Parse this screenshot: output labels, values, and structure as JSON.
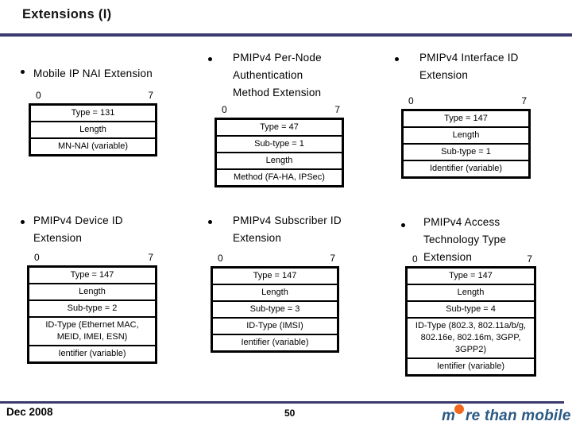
{
  "header": {
    "title": "Extensions (I)"
  },
  "colors": {
    "rule": "#3a3a6d",
    "text": "#000000",
    "logo_text": "#2b5a85",
    "logo_dot": "#f2691d"
  },
  "sections": [
    {
      "title": "Mobile IP NAI Extension",
      "bit_start": "0",
      "bit_end": "7",
      "rows": [
        "Type = 131",
        "Length",
        "MN-NAI (variable)"
      ]
    },
    {
      "title": "PMIPv4 Per-Node Authentication Method Extension",
      "bit_start": "0",
      "bit_end": "7",
      "rows": [
        "Type = 47",
        "Sub-type = 1",
        "Length",
        "Method (FA-HA, IPSec)"
      ]
    },
    {
      "title": "PMIPv4 Interface ID Extension",
      "bit_start": "0",
      "bit_end": "7",
      "rows": [
        "Type = 147",
        "Length",
        "Sub-type = 1",
        "Identifier (variable)"
      ]
    },
    {
      "title": "PMIPv4 Device ID Extension",
      "bit_start": "0",
      "bit_end": "7",
      "rows": [
        "Type = 147",
        "Length",
        "Sub-type = 2",
        "ID-Type (Ethernet MAC, MEID, IMEI, ESN)",
        "Ientifier (variable)"
      ]
    },
    {
      "title": "PMIPv4 Subscriber ID Extension",
      "bit_start": "0",
      "bit_end": "7",
      "rows": [
        "Type = 147",
        "Length",
        "Sub-type = 3",
        "ID-Type (IMSI)",
        "Ientifier (variable)"
      ]
    },
    {
      "title": "PMIPv4 Access Technology Type Extension",
      "bit_start": "0",
      "bit_end": "7",
      "rows": [
        "Type = 147",
        "Length",
        "Sub-type = 4",
        "ID-Type (802.3, 802.11a/b/g, 802.16e, 802.16m, 3GPP, 3GPP2)",
        "Ientifier (variable)"
      ]
    }
  ],
  "footer": {
    "date": "Dec 2008",
    "page_number": "50",
    "logo_first": "m",
    "logo_rest": "re than mobile"
  }
}
